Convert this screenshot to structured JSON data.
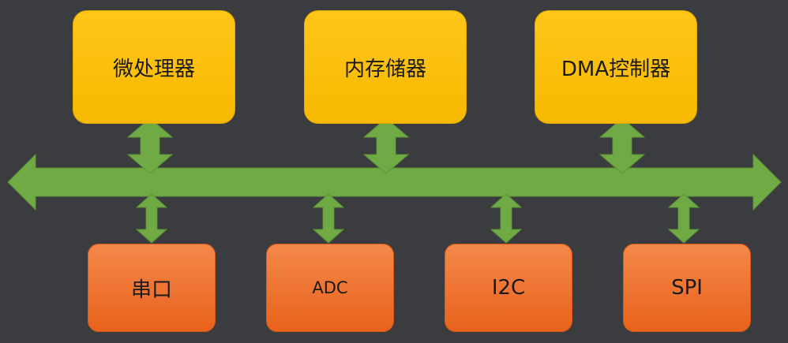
{
  "colors": {
    "background": "#3b3c3f",
    "bus": "#6faa45",
    "bus_stroke": "#5d9436",
    "cpu_side_fill": "#ffc000",
    "peripheral_fill": "#ed7d31"
  },
  "top_blocks": [
    {
      "label": "微处理器"
    },
    {
      "label": "内存储器"
    },
    {
      "label": "DMA控制器"
    }
  ],
  "bottom_blocks": [
    {
      "label": "串口"
    },
    {
      "label": "ADC"
    },
    {
      "label": "I2C"
    },
    {
      "label": "SPI"
    }
  ]
}
